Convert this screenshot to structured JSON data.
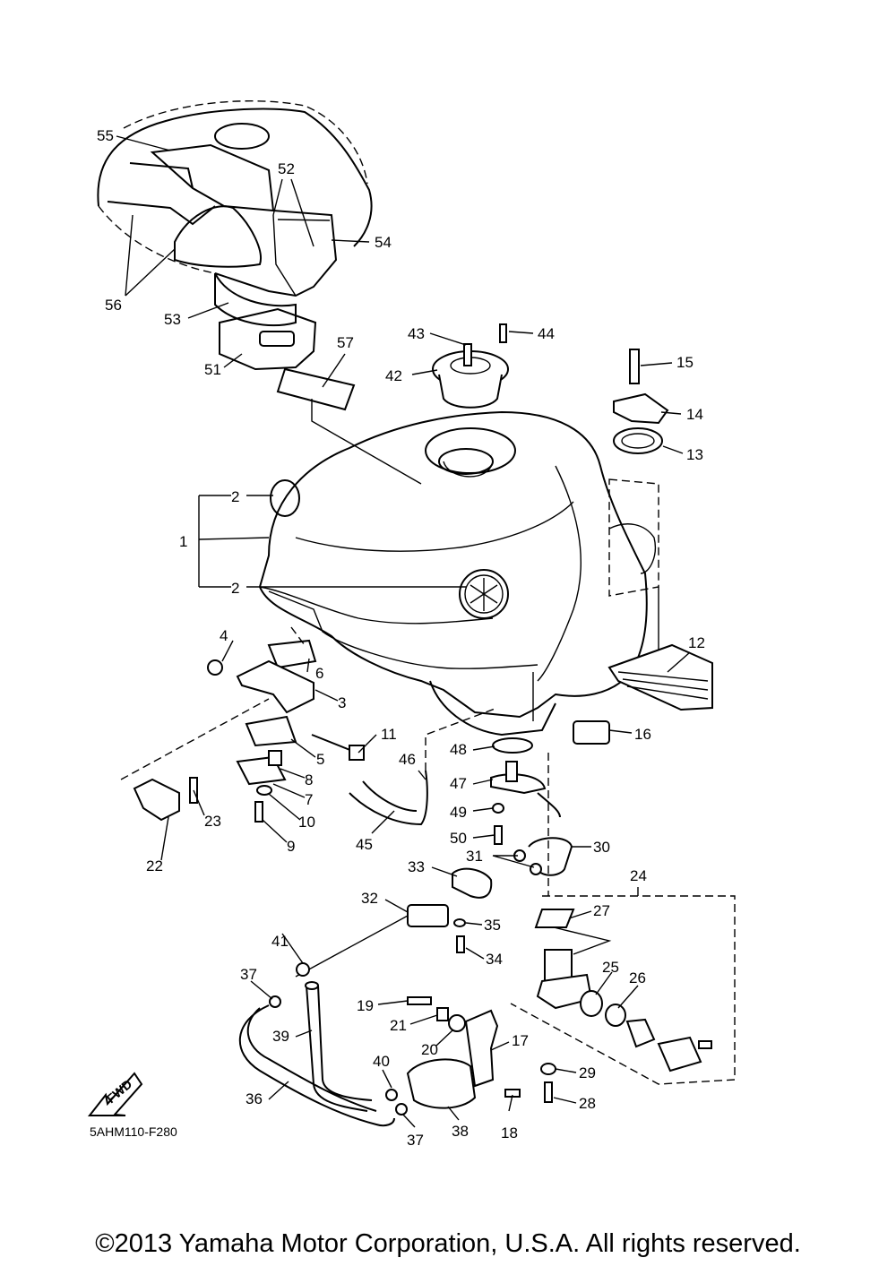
{
  "diagram": {
    "drawing_code": "5AHM110-F280",
    "fwd_arrow_label": "FWD",
    "callouts": [
      {
        "id": "1",
        "label": "1"
      },
      {
        "id": "2a",
        "label": "2"
      },
      {
        "id": "2b",
        "label": "2"
      },
      {
        "id": "3",
        "label": "3"
      },
      {
        "id": "4",
        "label": "4"
      },
      {
        "id": "5",
        "label": "5"
      },
      {
        "id": "6",
        "label": "6"
      },
      {
        "id": "7",
        "label": "7"
      },
      {
        "id": "8",
        "label": "8"
      },
      {
        "id": "9",
        "label": "9"
      },
      {
        "id": "10",
        "label": "10"
      },
      {
        "id": "11",
        "label": "11"
      },
      {
        "id": "12",
        "label": "12"
      },
      {
        "id": "13",
        "label": "13"
      },
      {
        "id": "14",
        "label": "14"
      },
      {
        "id": "15",
        "label": "15"
      },
      {
        "id": "16",
        "label": "16"
      },
      {
        "id": "17",
        "label": "17"
      },
      {
        "id": "18",
        "label": "18"
      },
      {
        "id": "19",
        "label": "19"
      },
      {
        "id": "20",
        "label": "20"
      },
      {
        "id": "21",
        "label": "21"
      },
      {
        "id": "22",
        "label": "22"
      },
      {
        "id": "23",
        "label": "23"
      },
      {
        "id": "24",
        "label": "24"
      },
      {
        "id": "25",
        "label": "25"
      },
      {
        "id": "26",
        "label": "26"
      },
      {
        "id": "27",
        "label": "27"
      },
      {
        "id": "28",
        "label": "28"
      },
      {
        "id": "29",
        "label": "29"
      },
      {
        "id": "30",
        "label": "30"
      },
      {
        "id": "31",
        "label": "31"
      },
      {
        "id": "32",
        "label": "32"
      },
      {
        "id": "33",
        "label": "33"
      },
      {
        "id": "34",
        "label": "34"
      },
      {
        "id": "35",
        "label": "35"
      },
      {
        "id": "36",
        "label": "36"
      },
      {
        "id": "37a",
        "label": "37"
      },
      {
        "id": "37b",
        "label": "37"
      },
      {
        "id": "38",
        "label": "38"
      },
      {
        "id": "39",
        "label": "39"
      },
      {
        "id": "40",
        "label": "40"
      },
      {
        "id": "41",
        "label": "41"
      },
      {
        "id": "42",
        "label": "42"
      },
      {
        "id": "43",
        "label": "43"
      },
      {
        "id": "44",
        "label": "44"
      },
      {
        "id": "45",
        "label": "45"
      },
      {
        "id": "46",
        "label": "46"
      },
      {
        "id": "47",
        "label": "47"
      },
      {
        "id": "48",
        "label": "48"
      },
      {
        "id": "49",
        "label": "49"
      },
      {
        "id": "50",
        "label": "50"
      },
      {
        "id": "51",
        "label": "51"
      },
      {
        "id": "52",
        "label": "52"
      },
      {
        "id": "53",
        "label": "53"
      },
      {
        "id": "54",
        "label": "54"
      },
      {
        "id": "55",
        "label": "55"
      },
      {
        "id": "56",
        "label": "56"
      },
      {
        "id": "57",
        "label": "57"
      }
    ]
  },
  "footer": {
    "copyright": "©2013 Yamaha Motor Corporation, U.S.A. All rights reserved."
  }
}
